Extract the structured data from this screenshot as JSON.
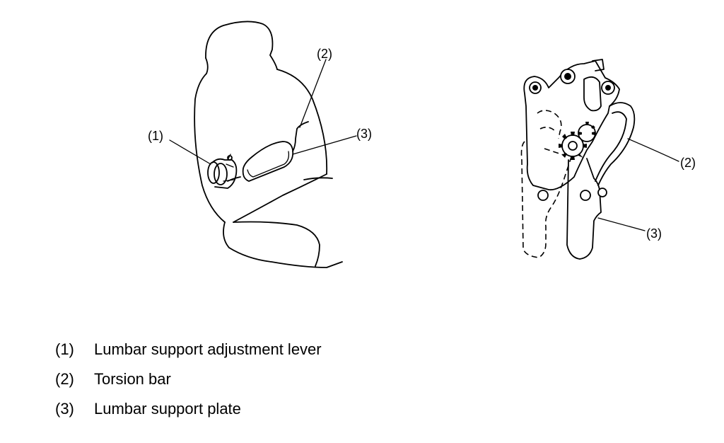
{
  "callouts": {
    "seat": {
      "c1": "(1)",
      "c2": "(2)",
      "c3": "(3)"
    },
    "mechanism": {
      "c2": "(2)",
      "c3": "(3)"
    }
  },
  "legend": [
    {
      "num": "(1)",
      "label": "Lumbar support adjustment lever"
    },
    {
      "num": "(2)",
      "label": "Torsion bar"
    },
    {
      "num": "(3)",
      "label": "Lumbar support plate"
    }
  ]
}
